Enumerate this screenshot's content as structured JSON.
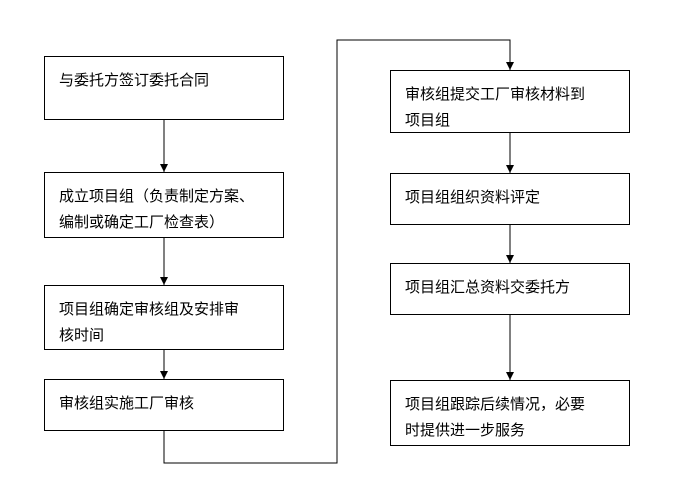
{
  "steps": [
    {
      "label": "与委托方签订委托合同"
    },
    {
      "label": "成立项目组（负责制定方案、\n编制或确定工厂检查表）"
    },
    {
      "label": "项目组确定审核组及安排审\n核时间"
    },
    {
      "label": "审核组实施工厂审核"
    },
    {
      "label": "审核组提交工厂审核材料到\n项目组"
    },
    {
      "label": "项目组组织资料评定"
    },
    {
      "label": "项目组汇总资料交委托方"
    },
    {
      "label": "项目组跟踪后续情况，必要\n时提供进一步服务"
    }
  ],
  "colors": {
    "line": "#000000",
    "box_border": "#000000",
    "background": "#ffffff"
  }
}
